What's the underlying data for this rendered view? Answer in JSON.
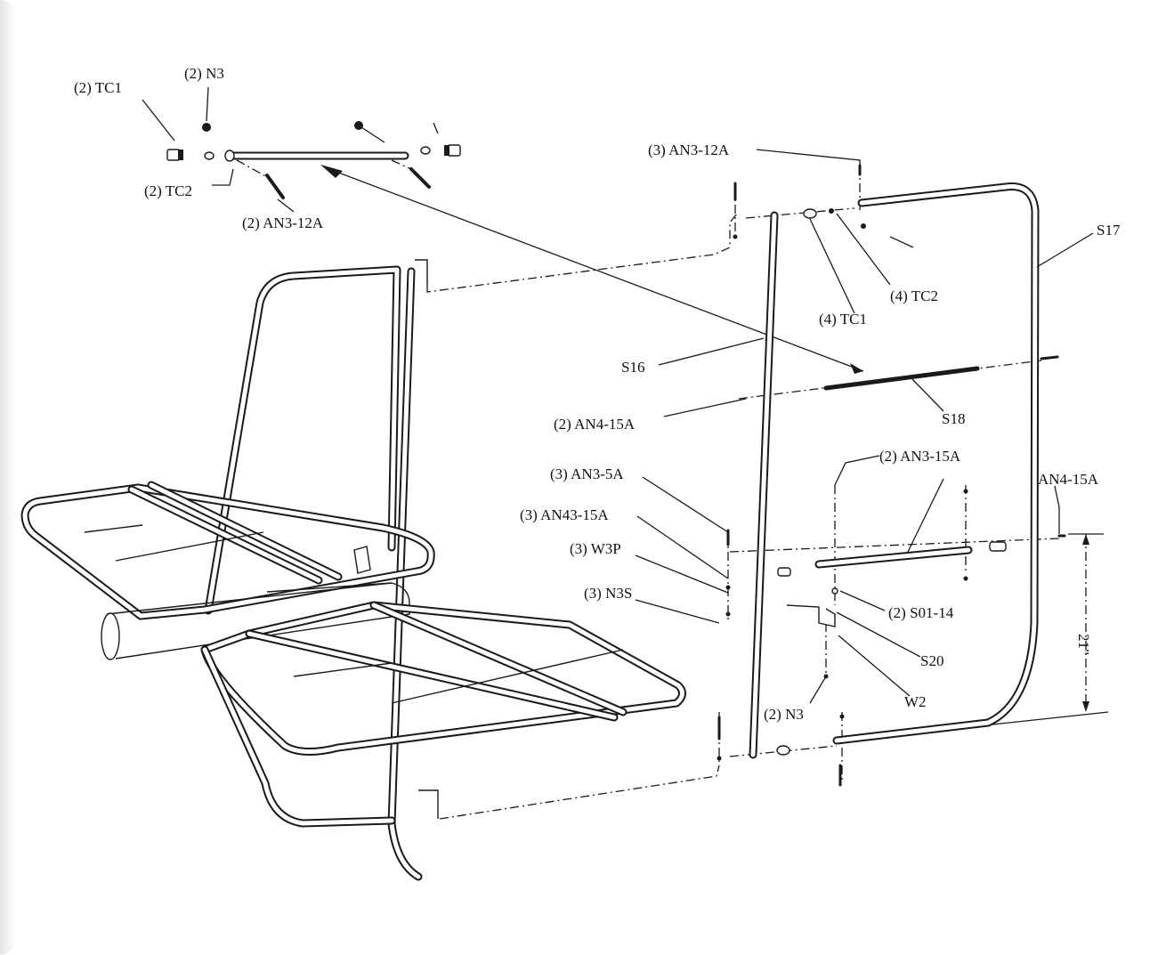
{
  "labels": {
    "tc1_top": "(2) TC1",
    "n3_top": "(2) N3",
    "tc2_top": "(2) TC2",
    "an3_12a_top": "(2) AN3-12A",
    "an3_12a_right": "(3) AN3-12A",
    "s17": "S17",
    "tc2_right": "(4) TC2",
    "tc1_right": "(4) TC1",
    "s16": "S16",
    "s18": "S18",
    "an4_15a_left": "(2) AN4-15A",
    "an3_15a": "(2) AN3-15A",
    "an4_15a_right": "AN4-15A",
    "an3_5a": "(3) AN3-5A",
    "an43_15a": "(3) AN43-15A",
    "w3p": "(3) W3P",
    "n3s": "(3) N3S",
    "s01_14": "(2) S01-14",
    "s20": "S20",
    "w2": "W2",
    "n3_bottom": "(2) N3",
    "dim_21": "21\""
  }
}
